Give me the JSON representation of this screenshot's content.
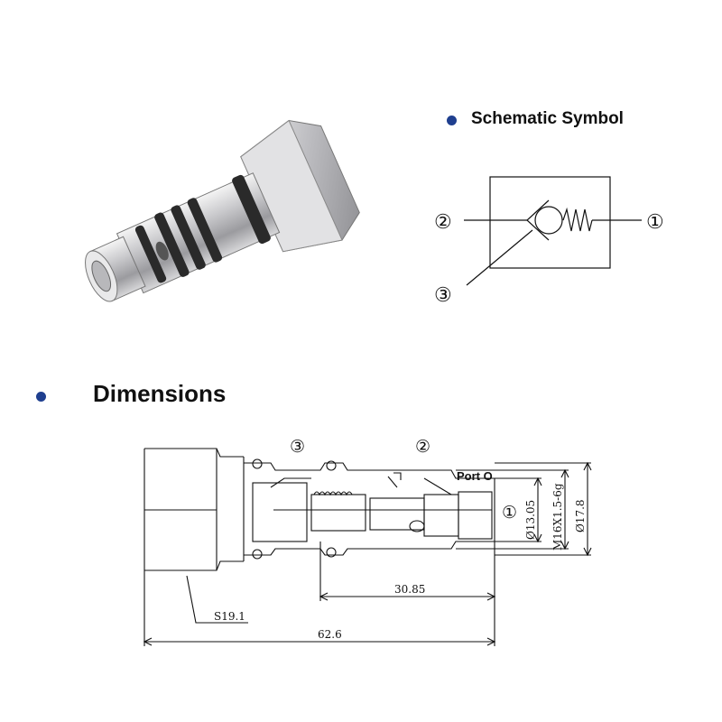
{
  "colors": {
    "bullet": "#1f3f8f",
    "line": "#111111"
  },
  "schematic": {
    "heading": "Schematic Symbol",
    "port_left": "②",
    "port_right": "①",
    "port_bottom": "③"
  },
  "dimensions": {
    "heading": "Dimensions",
    "port_label_3": "③",
    "port_label_2": "②",
    "port_label_1": "①",
    "port_o": "Port O",
    "dim_thread": "M16X1.5-6g",
    "dim_dia_small": "Ø13.05",
    "dim_dia_large": "Ø17.8",
    "dim_inner_length": "30.85",
    "dim_hex": "S19.1",
    "dim_total_length": "62.6"
  },
  "product_image": {
    "icon": "cartridge-valve-render-icon"
  }
}
